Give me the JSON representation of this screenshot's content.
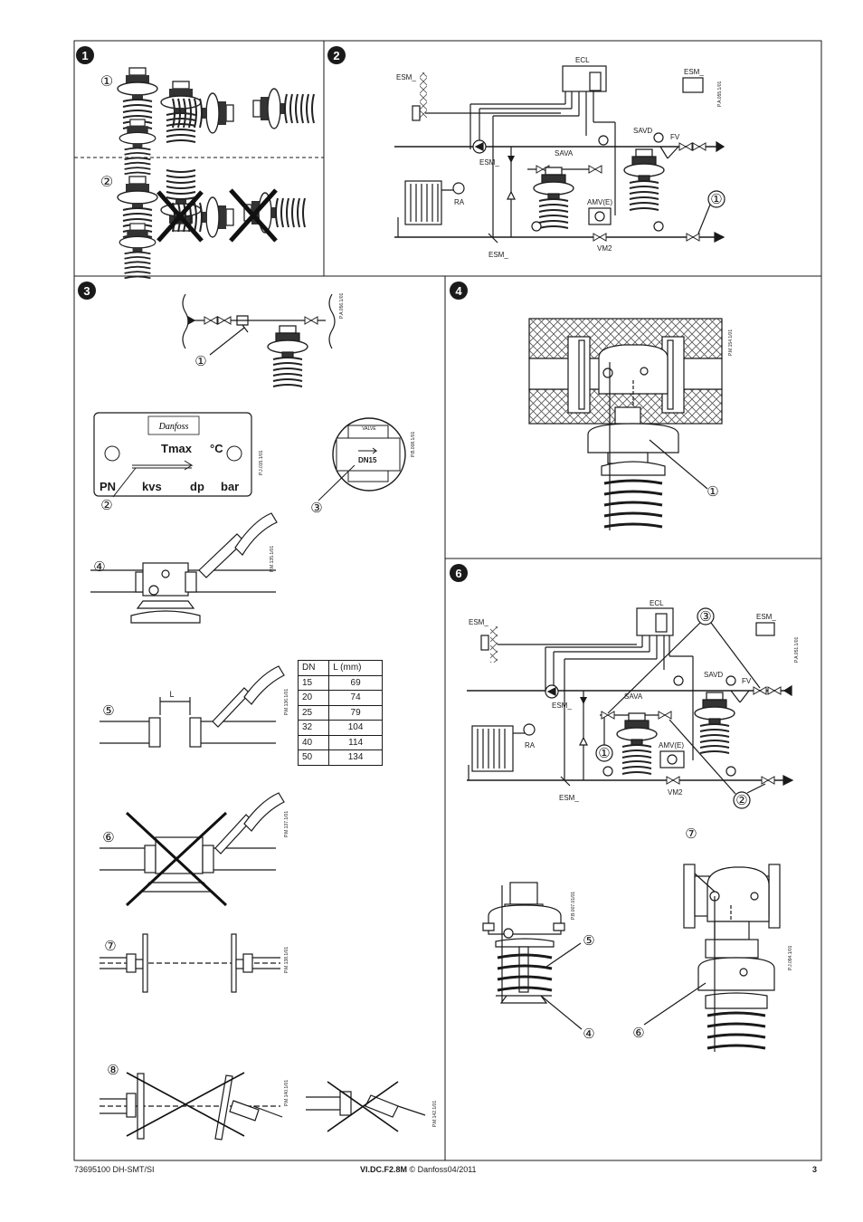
{
  "sections": [
    {
      "num": "1"
    },
    {
      "num": "2"
    },
    {
      "num": "3"
    },
    {
      "num": "4"
    },
    {
      "num": "6"
    }
  ],
  "labels": {
    "esm": "ESM_",
    "ecl": "ECL",
    "ra": "RA",
    "sava": "SAVA",
    "savd": "SAVD",
    "fv": "FV",
    "amv": "AMV(E)",
    "vm2": "VM2",
    "L": "L"
  },
  "callouts": [
    "①",
    "②",
    "③",
    "④",
    "⑤",
    "⑥",
    "⑦",
    "⑧"
  ],
  "codes": {
    "s2": "P.A.055.1/01",
    "s3_top": "P.A.056.1/01",
    "s3_plate": "P.J.015.1/01",
    "s3_dn15": "P.B.008.1/01",
    "s3_step4": "P.M.135.1/01",
    "s3_step5": "P.M.136.1/01",
    "s3_step6": "P.M.137.1/01",
    "s3_step7": "P.M.138.1/01",
    "s3_step8a": "P.M.140.1/01",
    "s3_step8b": "P.M.142.1/01",
    "s4": "P.M.154.1/01",
    "s6": "P.A.051.1/01",
    "s6_act": "P.B.007.01/01",
    "s6_valve": "P.J.094.1/01"
  },
  "nameplate": {
    "tmax": "Tmax",
    "unit": "°C",
    "pn": "PN",
    "kvs": "kvs",
    "dp": "dp",
    "bar": "bar",
    "dn15": "DN15",
    "brand": "Danfoss"
  },
  "dn_table": {
    "headers": [
      "DN",
      "L (mm)"
    ],
    "rows": [
      [
        "15",
        "69"
      ],
      [
        "20",
        "74"
      ],
      [
        "25",
        "79"
      ],
      [
        "32",
        "104"
      ],
      [
        "40",
        "114"
      ],
      [
        "50",
        "134"
      ]
    ]
  },
  "footer": {
    "doc_code": "73695100 DH-SMT/SI",
    "ref_bold": "VI.DC.F2.8M",
    "ref_rest": "© Danfoss04/2011",
    "page": "3"
  }
}
